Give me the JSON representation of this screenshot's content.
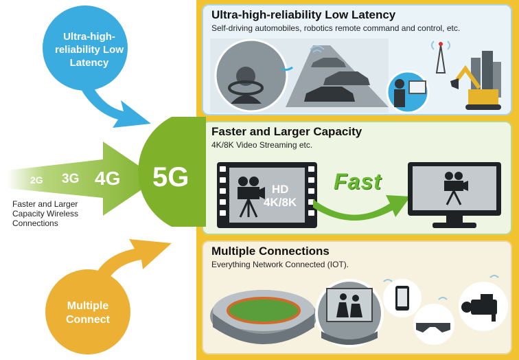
{
  "circles": {
    "latency": {
      "label_line1": "Ultra-high-",
      "label_line2": "reliability Low",
      "label_line3": "Latency",
      "color": "#3aace0"
    },
    "multiple": {
      "label_line1": "Multiple",
      "label_line2": "Connect",
      "color": "#ecb134"
    }
  },
  "generations": {
    "g2": "2G",
    "g3": "3G",
    "g4": "4G",
    "g5": "5G"
  },
  "left_caption": "Faster and Larger\nCapacity Wireless\nConnections",
  "panels": {
    "latency": {
      "title": "Ultra-high-reliability Low Latency",
      "subtitle": "Self-driving automobiles, robotics remote command and control, etc."
    },
    "capacity": {
      "title": "Faster and Larger Capacity",
      "subtitle": "4K/8K Video Streaming etc.",
      "hd_line1": "HD",
      "hd_line2": "4K/8K",
      "fast": "Fast"
    },
    "connections": {
      "title": "Multiple Connections",
      "subtitle": "Everything Network Connected (IOT)."
    }
  },
  "colors": {
    "backdrop": "#f2c330",
    "green": "#8cbb2e",
    "blue": "#3aace0",
    "orange": "#ecb134"
  }
}
